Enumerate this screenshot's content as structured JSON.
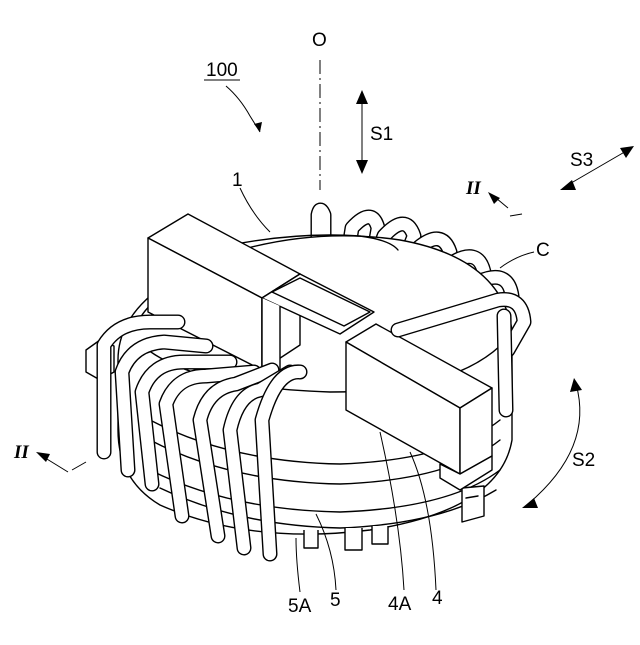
{
  "labels": {
    "assembly": "100",
    "axis": "O",
    "dir_s1": "S1",
    "dir_s2": "S2",
    "dir_s3": "S3",
    "section_right": "II",
    "section_left": "II",
    "part_1": "1",
    "part_c": "C",
    "part_4": "4",
    "part_4a": "4A",
    "part_5": "5",
    "part_5a": "5A"
  }
}
